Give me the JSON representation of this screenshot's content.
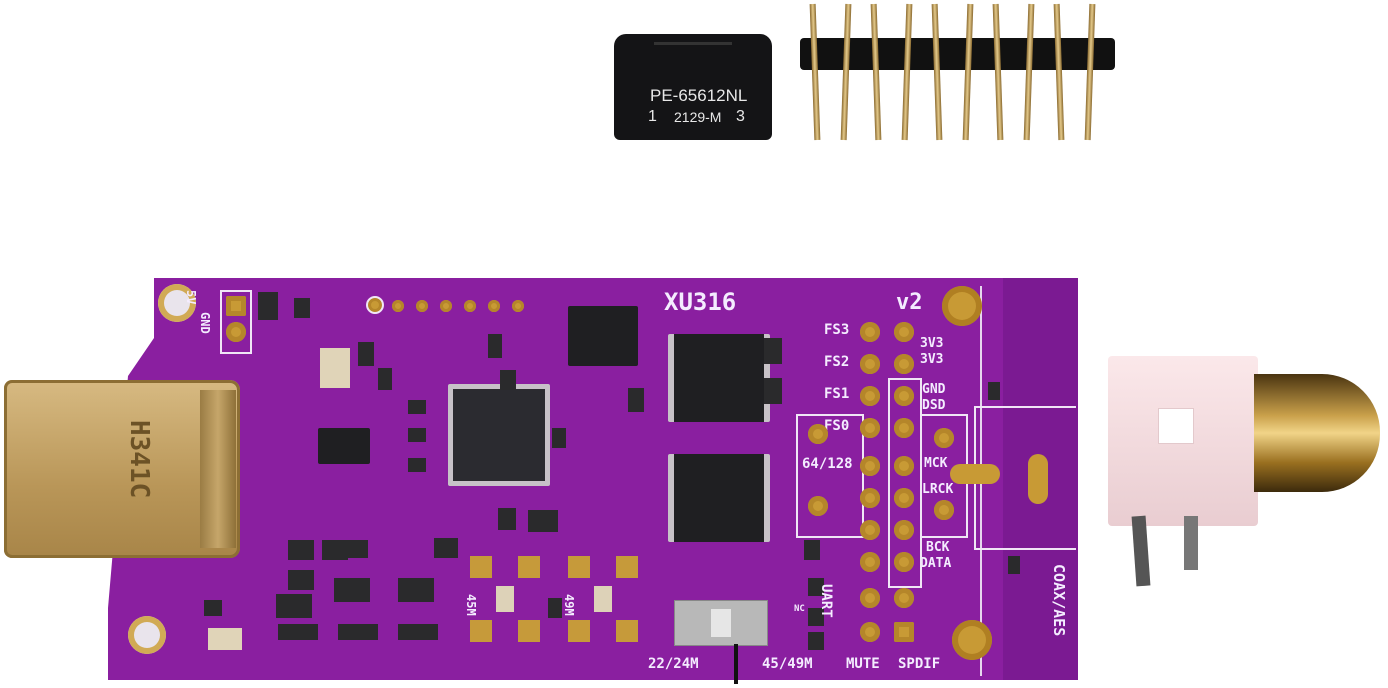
{
  "transformer": {
    "part_number": "PE-65612NL",
    "code": "2129-M",
    "pin_left": "1",
    "pin_right": "3"
  },
  "board": {
    "title": "XU316",
    "version": "v2",
    "usb_label": "H341C",
    "left_labels": {
      "v5": "5V",
      "gnd": "GND"
    },
    "header_labels": {
      "fs3": "FS3",
      "fs2": "FS2",
      "fs1": "FS1",
      "fs0": "FS0",
      "ratio": "64/128",
      "v3a": "3V3",
      "v3b": "3V3",
      "gnd2": "GND",
      "dsd": "DSD",
      "mck": "MCK",
      "lrck": "LRCK",
      "bck": "BCK",
      "data": "DATA"
    },
    "bottom_labels": {
      "clk_a": "22/24M",
      "clk_b": "45/49M",
      "mute": "MUTE",
      "spdif": "SPDIF",
      "uart": "UART",
      "nc": "NC"
    },
    "osc_labels": {
      "osc1": "45M",
      "osc2": "49M"
    },
    "edge_label": "COAX/AES"
  },
  "colors": {
    "pcb": "#8a1fa0",
    "pcb_dark": "#6d1581",
    "silk": "#f4ecff",
    "gold": "#c69a3a"
  }
}
